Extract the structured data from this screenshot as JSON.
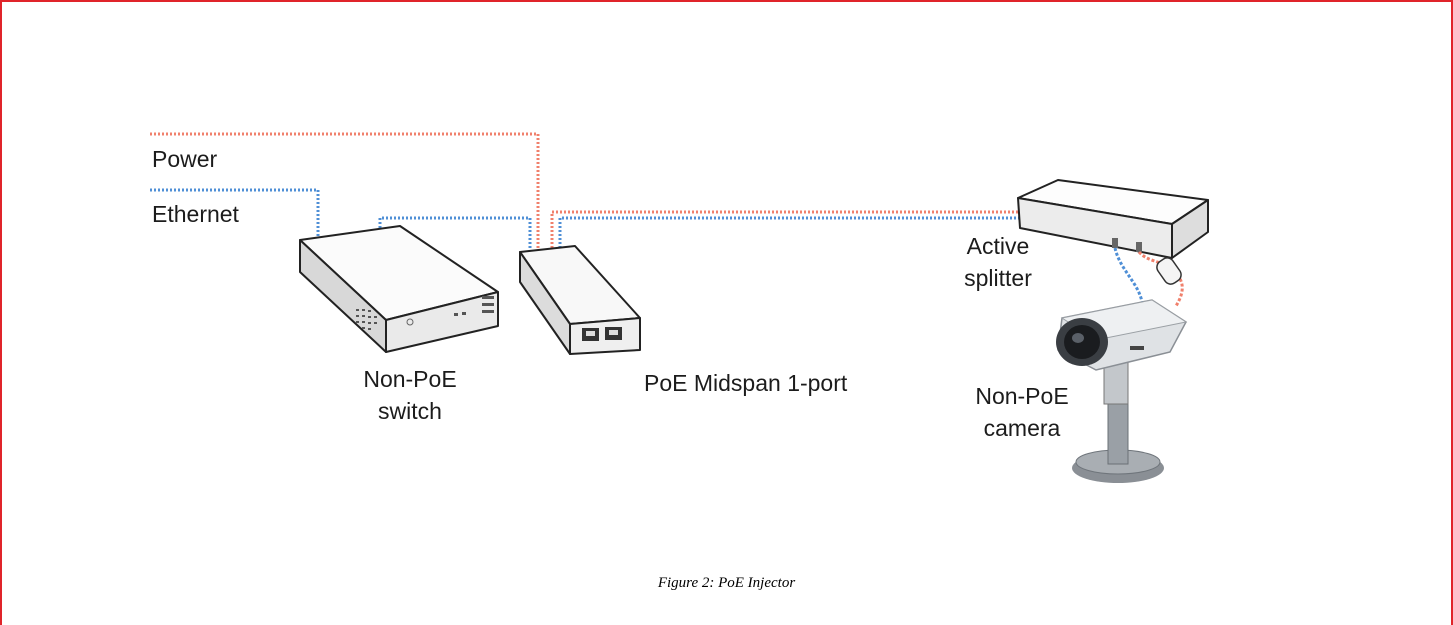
{
  "labels": {
    "power": "Power",
    "ethernet": "Ethernet",
    "switch_line1": "Non-PoE",
    "switch_line2": "switch",
    "midspan": "PoE Midspan 1-port",
    "splitter_line1": "Active",
    "splitter_line2": "splitter",
    "camera_line1": "Non-PoE",
    "camera_line2": "camera"
  },
  "caption": "Figure 2: PoE Injector",
  "colors": {
    "frame": "#e0242a",
    "power_line": "#f0806c",
    "ethernet_line": "#4f8fd6"
  },
  "icons": [
    "switch-device-icon",
    "midspan-injector-icon",
    "active-splitter-icon",
    "camera-icon"
  ]
}
